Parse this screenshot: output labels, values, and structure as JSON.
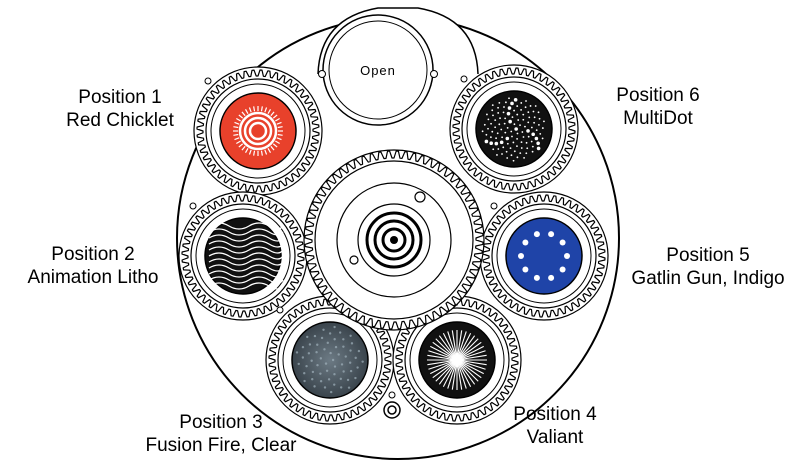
{
  "wheel": {
    "open_label": "Open",
    "slots": [
      {
        "position": "Position 1",
        "gobo": "Red Chicklet",
        "color": "#e8412b"
      },
      {
        "position": "Position 2",
        "gobo": "Animation Litho",
        "color": "#111111"
      },
      {
        "position": "Position 3",
        "gobo": "Fusion Fire, Clear",
        "color": "#4a5560"
      },
      {
        "position": "Position 4",
        "gobo": "Valiant",
        "color": "#111111"
      },
      {
        "position": "Position 5",
        "gobo": "Gatlin Gun, Indigo",
        "color": "#1f44a8"
      },
      {
        "position": "Position 6",
        "gobo": "MultiDot",
        "color": "#111111"
      }
    ]
  }
}
